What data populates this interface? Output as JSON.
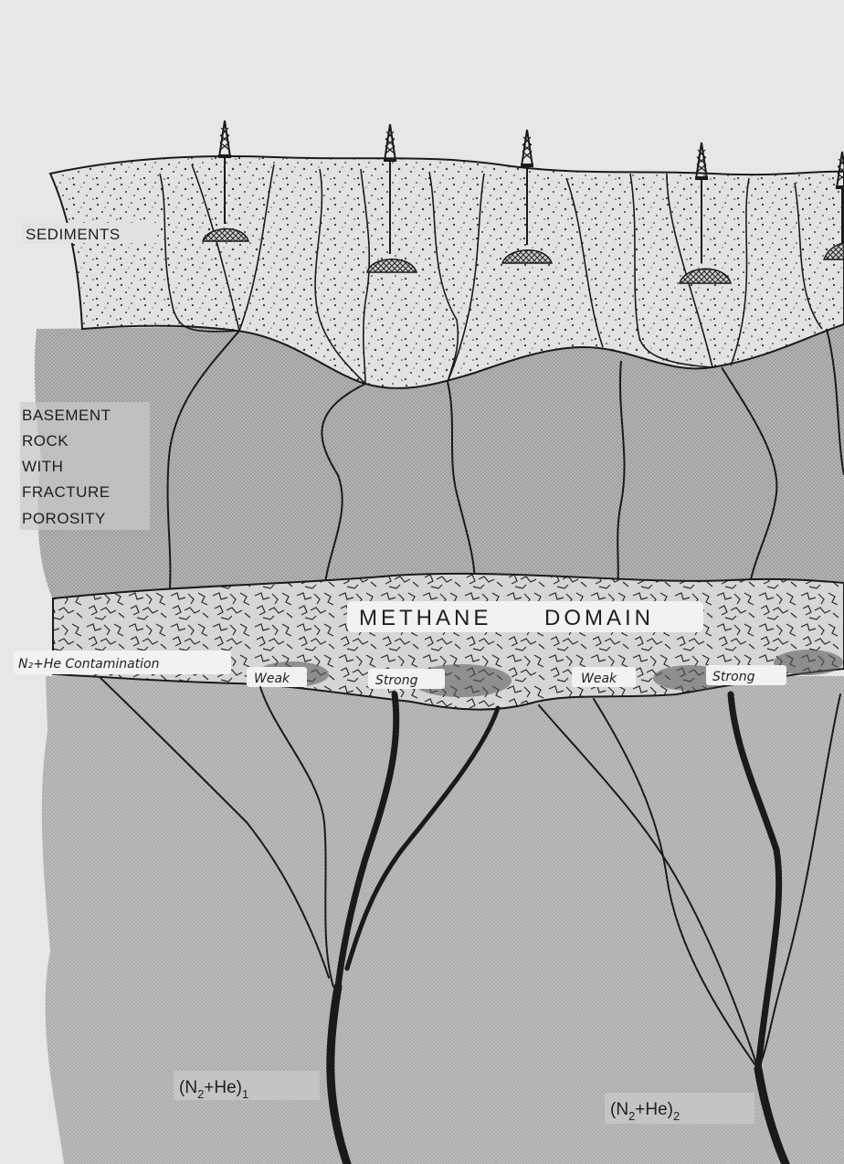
{
  "labels": {
    "sediments": "SEDIMENTS",
    "basement_lines": [
      "BASEMENT",
      "ROCK",
      "WITH",
      "FRACTURE",
      "POROSITY"
    ],
    "domain_left": "METHANE",
    "domain_right": "DOMAIN",
    "contamination": "N₂+He Contamination",
    "weak_1": "Weak",
    "strong_1": "Strong",
    "weak_2": "Weak",
    "strong_2": "Strong",
    "gas_1_main": "(N",
    "gas_1_sub_a": "2",
    "gas_1_rest": "+He)",
    "gas_1_sub_b": "1",
    "gas_2_main": "(N",
    "gas_2_sub_a": "2",
    "gas_2_rest": "+He)",
    "gas_2_sub_b": "2"
  },
  "colors": {
    "paper": "#e7e7e7",
    "sediment": "#dedede",
    "rock": "#a9a9a9",
    "deep_rock": "#b3b3b3",
    "domain_band": "#d0d0d0",
    "ink": "#1a1a1a"
  },
  "icons": [
    "drilling-rig-icon",
    "reservoir-trap-icon"
  ]
}
